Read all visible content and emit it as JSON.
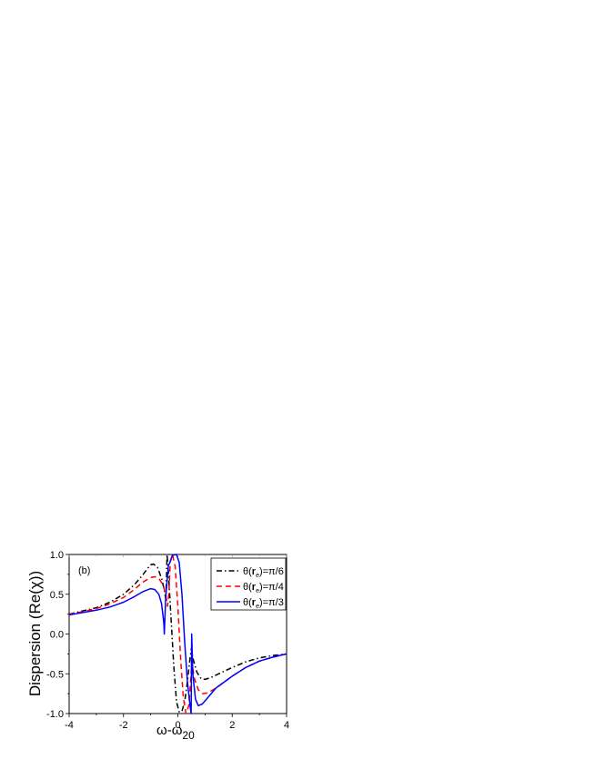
{
  "chart_data": {
    "type": "line",
    "title": "",
    "panel_label": "(b)",
    "xlabel": "ω-ω",
    "xlabel_subscript": "20",
    "ylabel": "Dispersion  (Re(χ))",
    "xlim": [
      -4,
      4
    ],
    "ylim": [
      -1.0,
      1.0
    ],
    "xticks": [
      "-4",
      "-2",
      "0",
      "2",
      "4"
    ],
    "yticks": [
      "1.0",
      "0.5",
      "0.0",
      "-0.5",
      "-1.0"
    ],
    "grid": false,
    "legend_position": "upper right",
    "series": [
      {
        "name": "θ(r_e)=π/6",
        "label_main": "θ(",
        "label_bold": "r",
        "label_sub": "e",
        "label_tail": ")=π/6",
        "color": "#000000",
        "style": "dash-dot",
        "x": [
          -4,
          -3.5,
          -3,
          -2.5,
          -2,
          -1.6,
          -1.3,
          -1.1,
          -1.0,
          -0.9,
          -0.75,
          -0.6,
          -0.5,
          -0.45,
          -0.42,
          -0.4,
          -0.35,
          -0.25,
          -0.15,
          -0.05,
          0.05,
          0.15,
          0.25,
          0.35,
          0.45,
          0.5,
          0.55,
          0.7,
          0.85,
          1.0,
          1.2,
          1.5,
          2,
          2.5,
          3,
          3.5,
          4
        ],
        "y": [
          0.25,
          0.29,
          0.33,
          0.4,
          0.5,
          0.62,
          0.74,
          0.83,
          0.87,
          0.88,
          0.84,
          0.7,
          0.55,
          0.45,
          0.7,
          1.0,
          0.8,
          0.2,
          -0.4,
          -0.85,
          -0.98,
          -0.97,
          -0.85,
          -0.6,
          -0.3,
          -0.18,
          -0.3,
          -0.48,
          -0.56,
          -0.57,
          -0.55,
          -0.5,
          -0.42,
          -0.35,
          -0.3,
          -0.27,
          -0.25
        ]
      },
      {
        "name": "θ(r_e)=π/4",
        "label_main": "θ(",
        "label_bold": "r",
        "label_sub": "e",
        "label_tail": ")=π/4",
        "color": "#ff0000",
        "style": "dashed",
        "x": [
          -4,
          -3.5,
          -3,
          -2.5,
          -2,
          -1.6,
          -1.3,
          -1.0,
          -0.85,
          -0.7,
          -0.55,
          -0.45,
          -0.38,
          -0.33,
          -0.28,
          -0.2,
          -0.1,
          0.0,
          0.1,
          0.2,
          0.3,
          0.4,
          0.48,
          0.52,
          0.6,
          0.75,
          0.9,
          1.1,
          1.4,
          2,
          2.5,
          3,
          3.5,
          4
        ],
        "y": [
          0.25,
          0.28,
          0.32,
          0.38,
          0.46,
          0.56,
          0.65,
          0.71,
          0.72,
          0.7,
          0.62,
          0.5,
          0.35,
          0.5,
          0.9,
          1.0,
          0.85,
          0.35,
          -0.3,
          -0.8,
          -1.0,
          -0.9,
          -0.55,
          -0.35,
          -0.55,
          -0.7,
          -0.75,
          -0.74,
          -0.68,
          -0.53,
          -0.42,
          -0.34,
          -0.29,
          -0.25
        ]
      },
      {
        "name": "θ(r_e)=π/3",
        "label_main": "θ(",
        "label_bold": "r",
        "label_sub": "e",
        "label_tail": ")=π/3",
        "color": "#0000ff",
        "style": "solid",
        "x": [
          -4,
          -3.5,
          -3,
          -2.5,
          -2,
          -1.6,
          -1.3,
          -1.0,
          -0.85,
          -0.7,
          -0.6,
          -0.52,
          -0.5,
          -0.45,
          -0.35,
          -0.2,
          -0.05,
          0.05,
          0.15,
          0.25,
          0.35,
          0.45,
          0.49,
          0.5,
          0.51,
          0.55,
          0.65,
          0.75,
          0.9,
          1.1,
          1.4,
          2,
          2.5,
          3,
          3.5,
          4
        ],
        "y": [
          0.24,
          0.27,
          0.3,
          0.34,
          0.4,
          0.47,
          0.53,
          0.57,
          0.56,
          0.5,
          0.38,
          0.15,
          0.0,
          0.45,
          0.85,
          0.99,
          1.0,
          0.9,
          0.5,
          -0.1,
          -0.6,
          -0.9,
          -1.0,
          -0.5,
          0.0,
          -0.5,
          -0.82,
          -0.9,
          -0.88,
          -0.8,
          -0.68,
          -0.53,
          -0.42,
          -0.34,
          -0.29,
          -0.25
        ]
      }
    ]
  }
}
